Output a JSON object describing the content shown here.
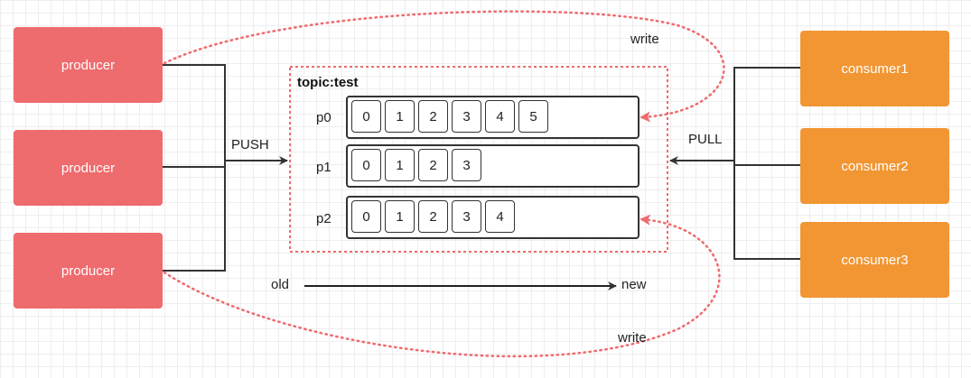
{
  "producers": [
    {
      "label": "producer"
    },
    {
      "label": "producer"
    },
    {
      "label": "producer"
    }
  ],
  "consumers": [
    {
      "label": "consumer1"
    },
    {
      "label": "consumer2"
    },
    {
      "label": "consumer3"
    }
  ],
  "topic": {
    "title": "topic:test",
    "partitions": [
      {
        "name": "p0",
        "offsets": [
          "0",
          "1",
          "2",
          "3",
          "4",
          "5"
        ]
      },
      {
        "name": "p1",
        "offsets": [
          "0",
          "1",
          "2",
          "3"
        ]
      },
      {
        "name": "p2",
        "offsets": [
          "0",
          "1",
          "2",
          "3",
          "4"
        ]
      }
    ]
  },
  "labels": {
    "push": "PUSH",
    "pull": "PULL",
    "write_top": "write",
    "write_bottom": "write",
    "old": "old",
    "new": "new"
  },
  "colors": {
    "producer": "#ee6b6e",
    "consumer": "#f29633",
    "write_path": "#ee6b6e",
    "line": "#333333"
  }
}
